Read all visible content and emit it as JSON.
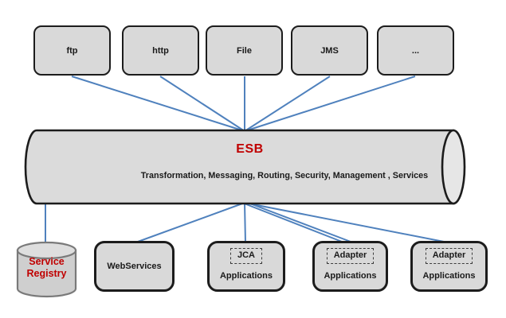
{
  "theme": {
    "background": "#ffffff",
    "connector-color": "#4f81bd",
    "node-fill": "#d9d9d9",
    "node-border": "#1c1c1c",
    "cylinder-fill": "#dbdbdb",
    "cylinder-cap-fill": "#e6e6e6",
    "registry-fill": "#cfcfcf",
    "registry-cap-fill": "#dedede",
    "registry-border": "#7a7a7a",
    "accent-red": "#c00000",
    "text-color": "#1a1a1a"
  },
  "diagram": {
    "top_nodes": [
      {
        "label": "ftp"
      },
      {
        "label": "http"
      },
      {
        "label": "File"
      },
      {
        "label": "JMS"
      },
      {
        "label": "..."
      }
    ],
    "esb": {
      "title": "ESB",
      "subtitle": "Transformation, Messaging, Routing, Security, Management , Services"
    },
    "registry": {
      "label": "Service Registry"
    },
    "bottom_nodes": [
      {
        "label": "WebServices"
      },
      {
        "tag": "JCA",
        "label": "Applications"
      },
      {
        "tag": "Adapter",
        "label": "Applications"
      },
      {
        "tag": "Adapter",
        "label": "Applications"
      }
    ]
  }
}
